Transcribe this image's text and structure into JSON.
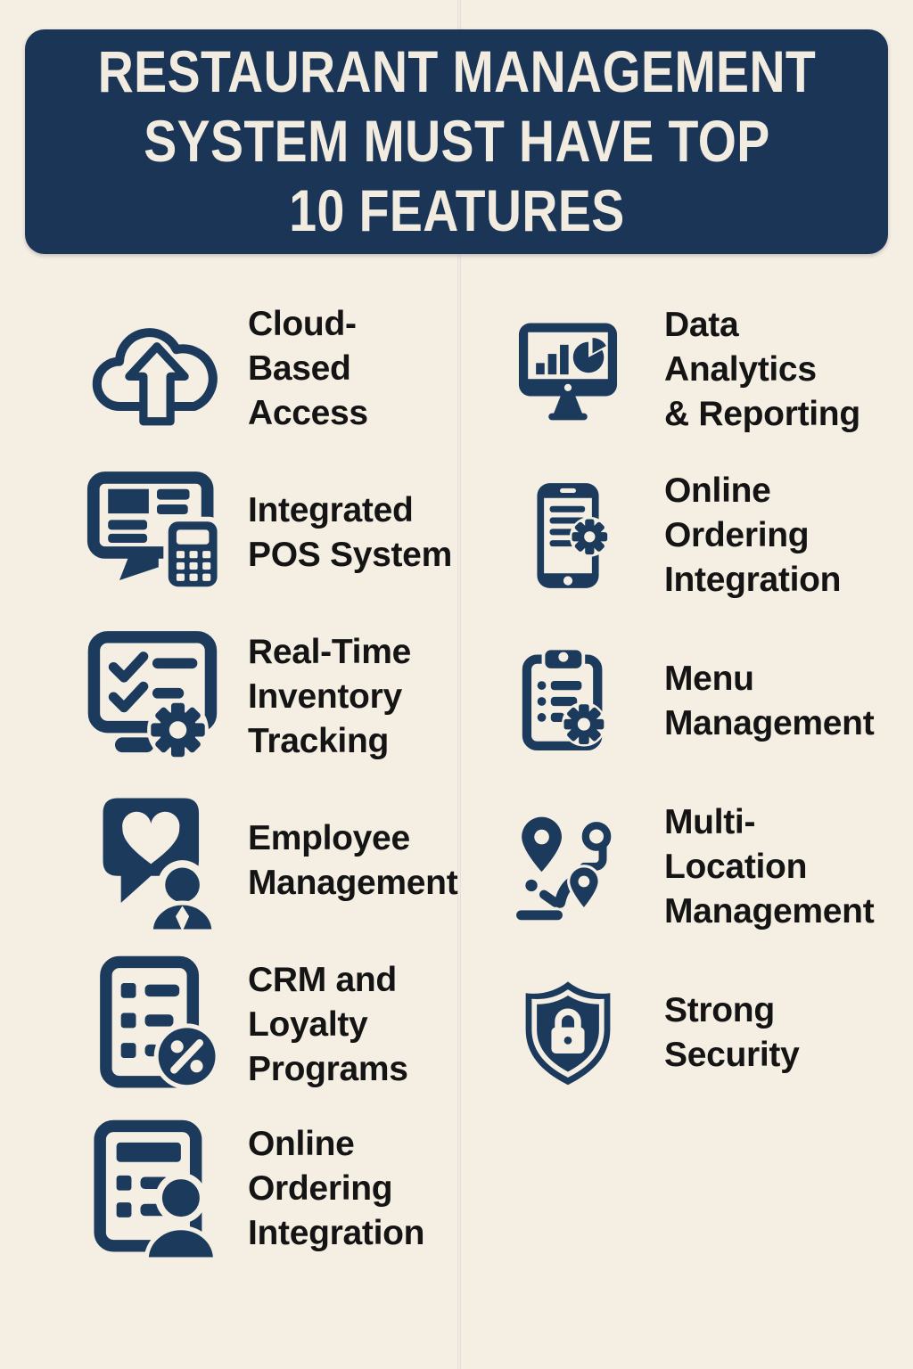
{
  "colors": {
    "background": "#f5eee3",
    "icon_navy": "#1b3a5c",
    "header_background": "#1b3557",
    "header_text": "#f2ebdf",
    "label_text": "#141414",
    "divider": "#d9d6cf"
  },
  "header": {
    "title": "RESTAURANT MANAGEMENT\nSYSTEM MUST HAVE TOP\n10 FEATURES"
  },
  "features": {
    "left": [
      {
        "label": "Cloud-\nBased\nAccess",
        "icon": "cloud-upload-icon"
      },
      {
        "label": "Integrated\nPOS System",
        "icon": "pos-terminal-icon"
      },
      {
        "label": "Real-Time\nInventory\nTracking",
        "icon": "inventory-checklist-gear-icon"
      },
      {
        "label": "Employee\nManagement",
        "icon": "chat-heart-person-icon"
      },
      {
        "label": "CRM and\nLoyalty\nPrograms",
        "icon": "document-percent-icon"
      },
      {
        "label": "Online\nOrdering\nIntegration",
        "icon": "document-person-icon"
      }
    ],
    "right": [
      {
        "label": "Data\nAnalytics\n& Reporting",
        "icon": "monitor-analytics-icon"
      },
      {
        "label": "Online\nOrdering\nIntegration",
        "icon": "phone-gear-icon"
      },
      {
        "label": "Menu\nManagement",
        "icon": "clipboard-gear-icon"
      },
      {
        "label": "Multi-\nLocation\nManagement",
        "icon": "map-route-pins-icon"
      },
      {
        "label": "Strong\nSecurity",
        "icon": "shield-lock-icon"
      }
    ]
  }
}
